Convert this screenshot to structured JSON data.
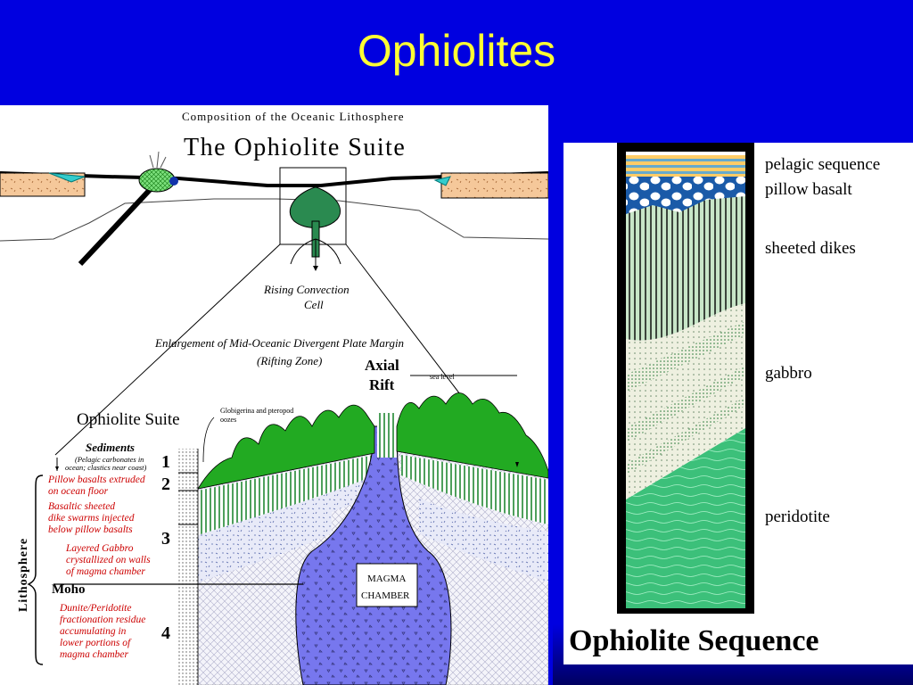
{
  "slide": {
    "title": "Ophiolites"
  },
  "left_diagram": {
    "header_small": "Composition of the Oceanic Lithosphere",
    "header_big": "The Ophiolite Suite",
    "rising_cell": [
      "Rising Convection",
      "Cell"
    ],
    "enlargement": [
      "Enlargement of Mid-Oceanic Divergent Plate Margin",
      "(Rifting Zone)"
    ],
    "axial_rift": [
      "Axial",
      "Rift"
    ],
    "sea_level": "sea level",
    "suite_label": "Ophiolite Suite",
    "globigerina": [
      "Globigerina and pteropod",
      "oozes"
    ],
    "sediments": "Sediments",
    "sediments_note": [
      "(Pelagic carbonates in",
      "ocean; clastics near coast)"
    ],
    "pillow": [
      "Pillow basalts extruded",
      "on ocean floor"
    ],
    "dikes": [
      "Basaltic sheeted",
      "dike swarms injected",
      "below pillow basalts"
    ],
    "gabbro": [
      "Layered Gabbro",
      "crystallized on walls",
      "of magma chamber"
    ],
    "moho": "Moho",
    "dunite": [
      "Dunite/Peridotite",
      "fractionation residue",
      "accumulating in",
      "lower portions of",
      "magma chamber"
    ],
    "lithosphere": "Lithosphere",
    "magma": [
      "MAGMA",
      "CHAMBER"
    ],
    "layer_numbers": [
      "1",
      "2",
      "3",
      "4"
    ]
  },
  "right_diagram": {
    "labels": [
      "pelagic sequence",
      "pillow basalt",
      "sheeted dikes",
      "gabbro",
      "peridotite"
    ],
    "title": "Ophiolite Sequence"
  },
  "colors": {
    "background": "#0000e0",
    "title": "#ffff33",
    "pillow_green": "#22aa22",
    "magma": "#7777ee",
    "red_text": "#cc0000"
  }
}
